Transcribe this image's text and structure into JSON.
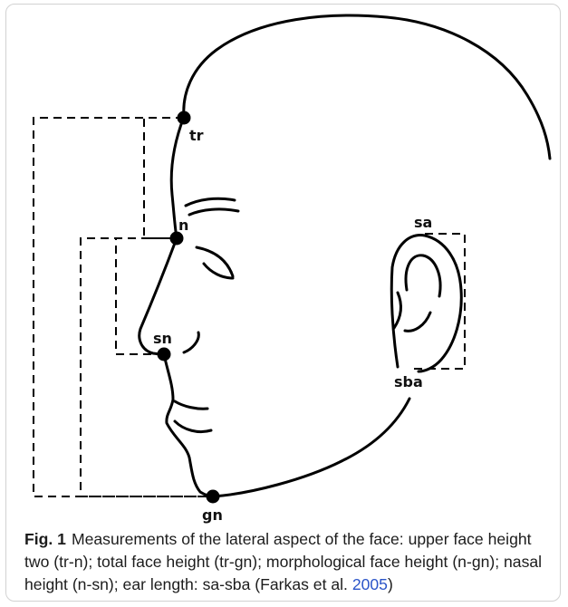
{
  "figure": {
    "landmarks": {
      "tr": "tr",
      "n": "n",
      "sn": "sn",
      "gn": "gn",
      "sa": "sa",
      "sba": "sba"
    },
    "caption": {
      "label": "Fig. 1",
      "text": "Measurements of the lateral aspect of the face: upper face height two (tr-n); total face height (tr-gn); morphological face height (n-gn); nasal height (n-sn); ear length: sa-sba (Farkas et al. ",
      "year": "2005",
      "close": ")"
    },
    "colors": {
      "line": "#000000",
      "citation_link": "#2a54c8",
      "frame_border": "#d2d2d2"
    }
  }
}
